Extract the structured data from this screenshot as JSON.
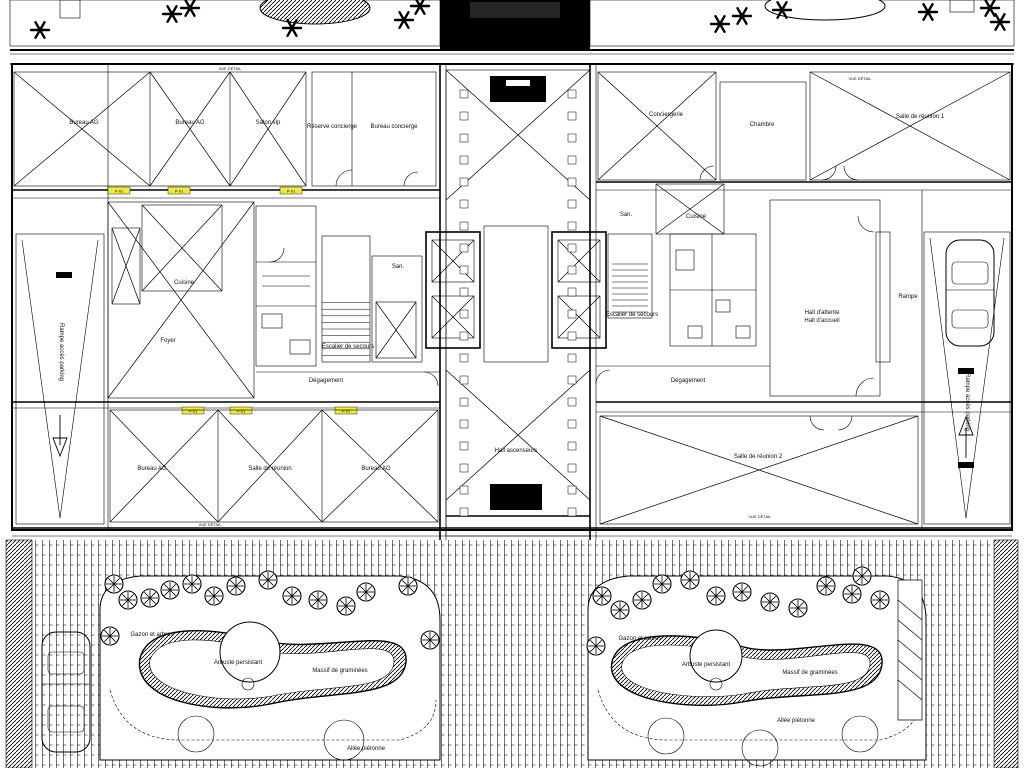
{
  "rooms": {
    "salon_vip": "Salon vip",
    "reserve_concierge": "Réserve concierge",
    "bureau_concierge": "Bureau concierge",
    "conciergerie": "Conciergerie",
    "chambre": "Chambre",
    "salle_reunion_1": "Salle de réunion 1",
    "cuisine": "Cuisine",
    "foyer": "Foyer",
    "san": "San.",
    "escalier_secours": "Escalier de secours",
    "degagement": "Dégagement",
    "hall_attente": "Hall d'attente",
    "hall_accueil": "Hall d'accueil",
    "rampe": "Rampe",
    "bureau_ag": "Bureau AG",
    "salle_reunion": "Salle de réunion",
    "salle_reunion_2": "Salle de réunion 2",
    "hall_ascenseurs": "Hall ascenseurs",
    "rampe_acces_parking": "Rampe accès parking"
  },
  "landscape": {
    "gazon": "Gazon et arbres",
    "massif": "Massif de graminées",
    "arbuste": "Arbuste persistant",
    "allee": "Allée piétonne"
  },
  "tags": {
    "door": "P-01",
    "section": "VUE DÉTAIL"
  },
  "colors": {
    "ink": "#000000",
    "door_tag": "#ecec3a",
    "paper": "#ffffff"
  }
}
